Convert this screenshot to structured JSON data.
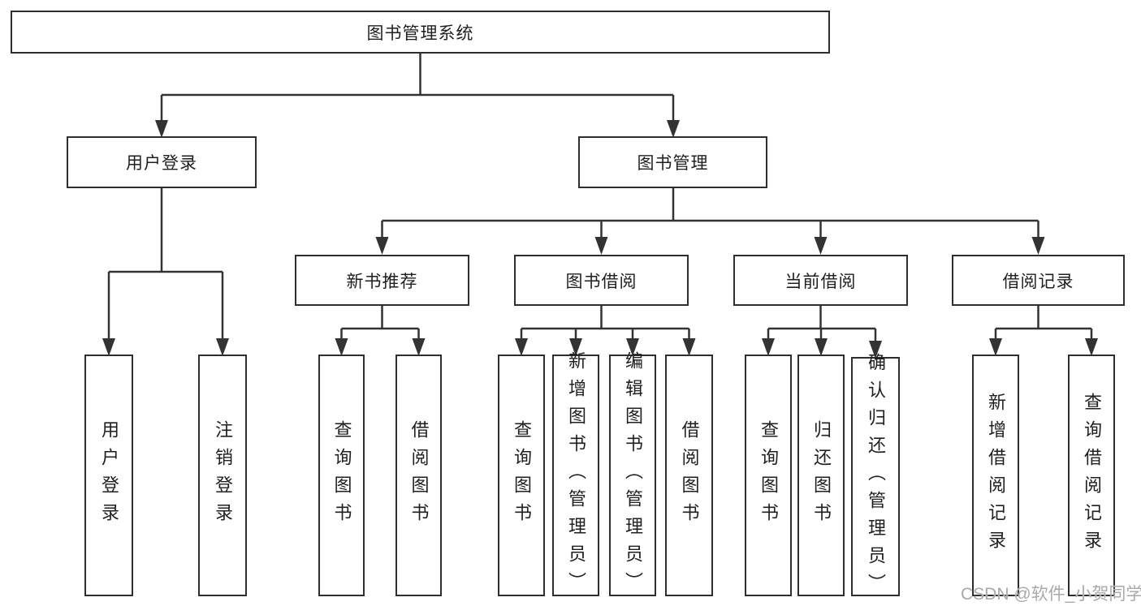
{
  "diagram": {
    "title": "图书管理系统",
    "colors": {
      "background": "#ffffff",
      "line": "#333333",
      "box_border": "#2e2e2e",
      "text": "#1f1f1f",
      "watermark_text": "#a9a9a9"
    },
    "nodes": {
      "root": "图书管理系统",
      "user_login": "用户登录",
      "book_mgmt": "图书管理",
      "new_book_rec": "新书推荐",
      "book_borrow": "图书借阅",
      "current_borrow": "当前借阅",
      "borrow_records": "借阅记录",
      "leaf_user_login": "用户登录",
      "leaf_logout": "注销登录",
      "leaf_nb_query": "查询图书",
      "leaf_nb_borrow": "借阅图书",
      "leaf_bb_query": "查询图书",
      "leaf_bb_add": "新增图书（管理员）",
      "leaf_bb_edit": "编辑图书（管理员）",
      "leaf_bb_borrow": "借阅图书",
      "leaf_cb_query": "查询图书",
      "leaf_cb_return": "归还图书",
      "leaf_cb_confirm": "确认归还（管理员）",
      "leaf_br_add": "新增借阅记录",
      "leaf_br_query": "查询借阅记录"
    },
    "edges": [
      {
        "from": "图书管理系统",
        "to": [
          "用户登录",
          "图书管理"
        ]
      },
      {
        "from": "用户登录",
        "to": [
          "用户登录",
          "注销登录"
        ]
      },
      {
        "from": "图书管理",
        "to": [
          "新书推荐",
          "图书借阅",
          "当前借阅",
          "借阅记录"
        ]
      },
      {
        "from": "新书推荐",
        "to": [
          "查询图书",
          "借阅图书"
        ]
      },
      {
        "from": "图书借阅",
        "to": [
          "查询图书",
          "新增图书（管理员）",
          "编辑图书（管理员）",
          "借阅图书"
        ]
      },
      {
        "from": "当前借阅",
        "to": [
          "查询图书",
          "归还图书",
          "确认归还（管理员）"
        ]
      },
      {
        "from": "借阅记录",
        "to": [
          "新增借阅记录",
          "查询借阅记录"
        ]
      }
    ]
  },
  "watermark": {
    "text": "CSDN @软件_小贺同学"
  }
}
